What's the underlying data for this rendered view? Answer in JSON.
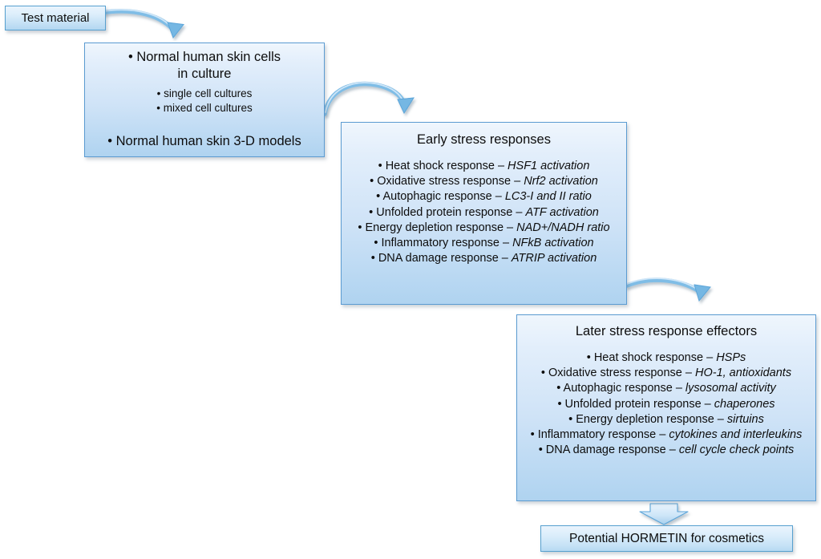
{
  "diagram": {
    "title_hidden": "",
    "accent_color": "#5b9bd1",
    "arrow_color": "#6fb3e0",
    "box_fill_top": "#eff6fd",
    "box_fill_bottom": "#afd3f0"
  },
  "test_material": {
    "label": "Test material"
  },
  "cultures": {
    "line1": "• Normal human skin cells",
    "line2": "in culture",
    "sub1": "• single cell cultures",
    "sub2": "• mixed cell cultures",
    "line3": "• Normal human skin 3-D models"
  },
  "early": {
    "title": "Early stress responses",
    "items": [
      {
        "prefix": "• Heat shock response – ",
        "emphasis": "HSF1 activation"
      },
      {
        "prefix": "• Oxidative stress response – ",
        "emphasis": "Nrf2 activation"
      },
      {
        "prefix": "• Autophagic response – ",
        "emphasis": "LC3-I and II ratio"
      },
      {
        "prefix": "• Unfolded protein response – ",
        "emphasis": "ATF activation"
      },
      {
        "prefix": "• Energy depletion response – ",
        "emphasis": "NAD+/NADH ratio"
      },
      {
        "prefix": "• Inflammatory response – ",
        "emphasis": "NFkB activation"
      },
      {
        "prefix": "• DNA damage response – ",
        "emphasis": "ATRIP activation"
      }
    ]
  },
  "later": {
    "title": "Later stress response effectors",
    "items": [
      {
        "prefix": "• Heat shock response – ",
        "emphasis": "HSPs"
      },
      {
        "prefix": "• Oxidative stress response – ",
        "emphasis": "HO-1, antioxidants"
      },
      {
        "prefix": "• Autophagic response – ",
        "emphasis": "lysosomal activity"
      },
      {
        "prefix": "• Unfolded protein response – ",
        "emphasis": "chaperones"
      },
      {
        "prefix": "• Energy depletion response – ",
        "emphasis": "sirtuins"
      },
      {
        "prefix": "• Inflammatory response – ",
        "emphasis": "cytokines and interleukins"
      },
      {
        "prefix": "• DNA damage response – ",
        "emphasis": "cell cycle check points"
      }
    ]
  },
  "result": {
    "label": "Potential HORMETIN for cosmetics"
  },
  "connectors": [
    {
      "name": "arrow-test-to-cultures"
    },
    {
      "name": "arrow-cultures-to-early"
    },
    {
      "name": "arrow-early-to-later"
    },
    {
      "name": "arrow-later-to-result"
    }
  ]
}
